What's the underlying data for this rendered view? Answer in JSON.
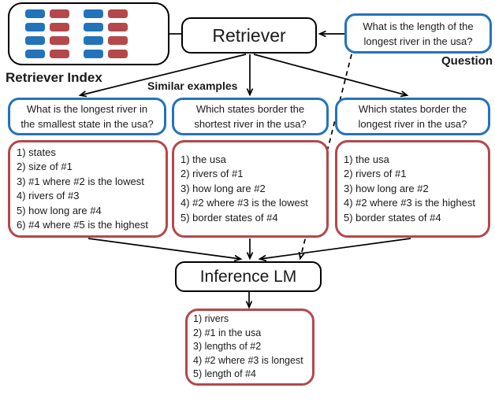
{
  "colors": {
    "blue": "#2373BB",
    "red": "#B4484B",
    "line": "#000000"
  },
  "retriever_index": {
    "label": "Retriever Index",
    "columns": [
      "blue",
      "red",
      "blue",
      "red"
    ],
    "rows": 4
  },
  "retriever": {
    "label": "Retriever"
  },
  "question": {
    "line1": "What is the length of the",
    "line2": "longest river in the usa?",
    "label": "Question"
  },
  "similar_examples_label": "Similar examples",
  "examples": [
    {
      "question_line1": "What is the longest river in",
      "question_line2": "the smallest state in the usa?",
      "steps": [
        "1) states",
        "2) size of #1",
        "3) #1 where #2 is the lowest",
        "4) rivers of #3",
        "5) how long are #4",
        "6) #4 where #5 is the highest"
      ]
    },
    {
      "question_line1": "Which states border the",
      "question_line2": "shortest river in the usa?",
      "steps": [
        "1) the usa",
        "2) rivers of #1",
        "3) how long are #2",
        "4) #2 where #3 is the lowest",
        "5) border states of #4"
      ]
    },
    {
      "question_line1": "Which states border the",
      "question_line2": "longest river in the usa?",
      "steps": [
        "1) the usa",
        "2) rivers of #1",
        "3) how long are #2",
        "4) #2 where #3 is the highest",
        "5) border states of #4"
      ]
    }
  ],
  "inference_lm": {
    "label": "Inference LM"
  },
  "output": {
    "steps": [
      "1) rivers",
      "2) #1 in the usa",
      "3) lengths of #2",
      "4) #2 where #3 is longest",
      "5) length of #4"
    ]
  }
}
